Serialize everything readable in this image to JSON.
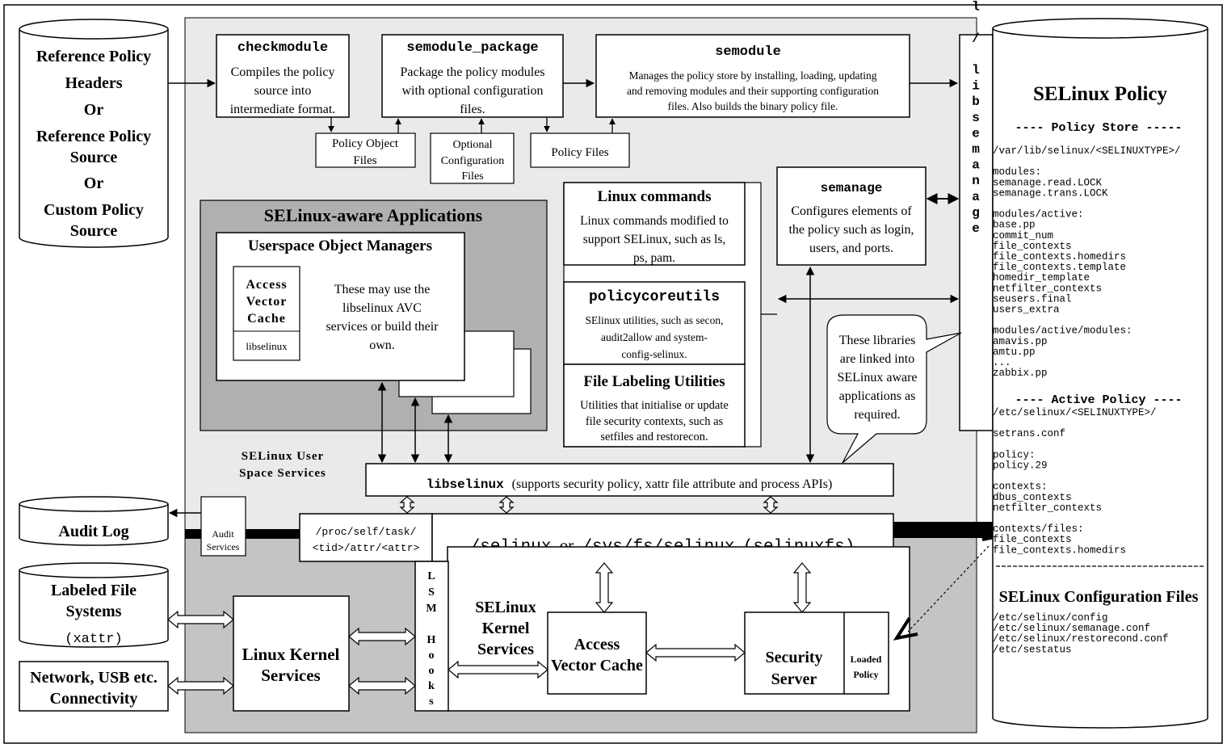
{
  "inputs": {
    "ref_policy": [
      "Reference Policy",
      "Headers",
      "Or",
      "Reference Policy",
      "Source",
      "Or",
      "Custom Policy",
      "Source"
    ]
  },
  "tools": {
    "checkmodule": {
      "title": "checkmodule",
      "desc": [
        "Compiles the policy",
        "source into",
        "intermediate format."
      ]
    },
    "semodule_package": {
      "title": "semodule_package",
      "desc": [
        "Package the policy modules",
        "with optional configuration",
        "files."
      ]
    },
    "semodule": {
      "title": "semodule",
      "desc": [
        "Manages the policy store by installing, loading, updating",
        "and removing modules and their supporting configuration",
        "files. Also builds the binary policy file."
      ]
    },
    "policy_object_files": [
      "Policy Object",
      "Files"
    ],
    "optional_config_files": [
      "Optional",
      "Configuration",
      "Files"
    ],
    "policy_files": "Policy Files"
  },
  "selinux_aware": {
    "title": "SELinux-aware Applications",
    "userspace_title": "Userspace Object Managers",
    "avc": [
      "Access",
      "Vector",
      "Cache"
    ],
    "libselinux_label": "libselinux",
    "desc": [
      "These may use the",
      "libselinux AVC",
      "services or build their",
      "own."
    ]
  },
  "linux_commands": {
    "title": "Linux commands",
    "desc": [
      "Linux commands modified to",
      "support SELinux, such as ls,",
      "ps, pam."
    ]
  },
  "policycoreutils": {
    "title": "policycoreutils",
    "desc": [
      "SElinux utilities, such as secon,",
      "audit2allow and system-",
      "config-selinux."
    ]
  },
  "file_labeling": {
    "title": "File Labeling Utilities",
    "desc": [
      "Utilities that initialise or update",
      "file security contexts, such as",
      "setfiles and restorecon."
    ]
  },
  "semanage": {
    "title": "semanage",
    "desc": [
      "Configures elements of",
      "the policy such as login,",
      "users, and ports."
    ]
  },
  "libsepol_label": "libsepol / libsemanage",
  "callout": [
    "These libraries",
    "are linked into",
    "SELinux aware",
    "applications as",
    "required."
  ],
  "user_space_label": [
    "SELinux User",
    "Space Services"
  ],
  "libselinux_bar": {
    "name": "libselinux",
    "desc": "(supports security policy, xattr file attribute and process APIs)"
  },
  "proc_attr": [
    "/proc/self/task/",
    "<tid>/attr/<attr>"
  ],
  "selinuxfs": {
    "path1": "/selinux",
    "or": "or",
    "path2": "/sys/fs/selinux",
    "fs": "(selinuxfs)"
  },
  "audit_services": [
    "Audit",
    "Services"
  ],
  "audit_log": "Audit Log",
  "labeled_fs": {
    "lines": [
      "Labeled File",
      "Systems"
    ],
    "xattr": "(xattr)"
  },
  "network": [
    "Network, USB etc.",
    "Connectivity"
  ],
  "kernel_services": [
    "Linux Kernel",
    "Services"
  ],
  "lsm": {
    "top": [
      "L",
      "S",
      "M"
    ],
    "bottom": [
      "H",
      "o",
      "o",
      "k",
      "s"
    ]
  },
  "selinux_kernel": [
    "SELinux",
    "Kernel",
    "Services"
  ],
  "kernel_avc": [
    "Access",
    "Vector Cache"
  ],
  "security_server": [
    "Security",
    "Server"
  ],
  "loaded_policy": [
    "Loaded",
    "Policy"
  ],
  "selinux_policy": {
    "title": "SELinux Policy",
    "store_heading": "---- Policy Store -----",
    "store_lines": [
      "/var/lib/selinux/<SELINUXTYPE>/",
      "",
      "modules:",
      "semanage.read.LOCK",
      "semanage.trans.LOCK",
      "",
      "modules/active:",
      "base.pp",
      "commit_num",
      "file_contexts",
      "file_contexts.homedirs",
      "file_contexts.template",
      "homedir_template",
      "netfilter_contexts",
      "seusers.final",
      "users_extra",
      "",
      "modules/active/modules:",
      "amavis.pp",
      "amtu.pp",
      "...",
      "zabbix.pp"
    ],
    "active_heading": "---- Active Policy ----",
    "active_lines": [
      "/etc/selinux/<SELINUXTYPE>/",
      "",
      "setrans.conf",
      "",
      "policy:",
      "policy.29",
      "",
      "contexts:",
      "dbus_contexts",
      "netfilter_contexts",
      "",
      "contexts/files:",
      "file_contexts",
      "file_contexts.homedirs"
    ],
    "config_heading": "SELinux Configuration Files",
    "config_lines": [
      "/etc/selinux/config",
      "/etc/selinux/semanage.conf",
      "/etc/selinux/restorecond.conf",
      "/etc/sestatus"
    ]
  }
}
